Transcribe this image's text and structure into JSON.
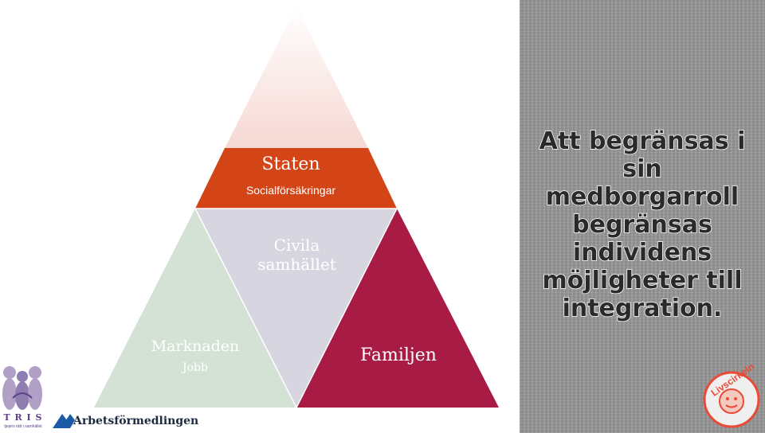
{
  "pyramid": {
    "top": {
      "title": "Staten",
      "subtitle": "Socialförsäkringar"
    },
    "center": {
      "label": "Civila\nsamhället"
    },
    "left": {
      "title": "Marknaden",
      "subtitle": "Jobb"
    },
    "right": {
      "title": "Familjen"
    }
  },
  "statement": "Att begränsas i sin\nmedborgarroll\nbegränsas\nindividens\nmöjligheter till\nintegration.",
  "logos": {
    "tris": {
      "name": "T R I S",
      "tagline": "tjejers rätt i samhället"
    },
    "arbetsformedlingen": "Arbetsförmedlingen",
    "liscirkeln": "Livscirkeln"
  },
  "colors": {
    "top_band": "#d34517",
    "top_tip": "#f6d8d3",
    "center": "#d7d5df",
    "left": "#d3e2d4",
    "right": "#a81b45",
    "panel": "#9a9a9a",
    "stamp": "#e94a36"
  }
}
